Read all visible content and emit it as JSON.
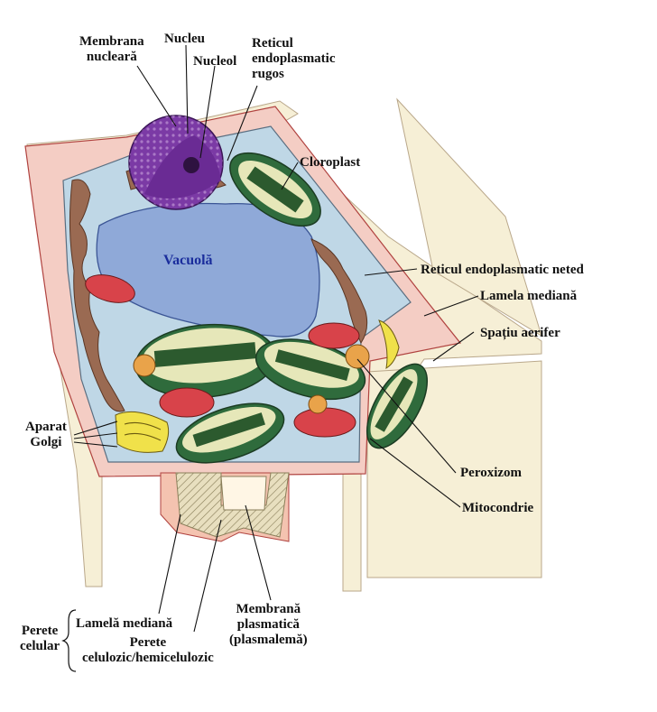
{
  "labels": {
    "membrana_nucleara": [
      "Membrana",
      "nucleară"
    ],
    "nucleu": "Nucleu",
    "nucleol": "Nucleol",
    "reticul_rugos": [
      "Reticul",
      "endoplasmatic",
      "rugos"
    ],
    "cloroplast": "Cloroplast",
    "vacuola": "Vacuolă",
    "reticul_neted": "Reticul endoplasmatic neted",
    "lamela_mediana_right": "Lamela mediană",
    "spatiu_aerifer": "Spațiu aerifer",
    "aparat_golgi": [
      "Aparat",
      "Golgi"
    ],
    "peroxizom": "Peroxizom",
    "mitocondrie": "Mitocondrie",
    "perete_celular": [
      "Perete",
      "celular"
    ],
    "lamela_mediana_bottom": "Lamelă mediană",
    "perete_celulozic": [
      "Perete",
      "celulozic/hemicelulozic"
    ],
    "membrana_plasmatica": [
      "Membrană",
      "plasmatică",
      "(plasmalemă)"
    ]
  },
  "colors": {
    "cell_wall": "#f4cdc4",
    "cytoplasm": "#bfd7e6",
    "vacuole": "#8fa9d8",
    "vacuole_label": "#1a2d9c",
    "nucleus": "#7b3aa5",
    "chloroplast": "#2f6b3c",
    "mitochondrion": "#d8434a",
    "golgi": "#f0e14a",
    "peroxisome": "#e9a34a",
    "er": "#9a6a52"
  }
}
